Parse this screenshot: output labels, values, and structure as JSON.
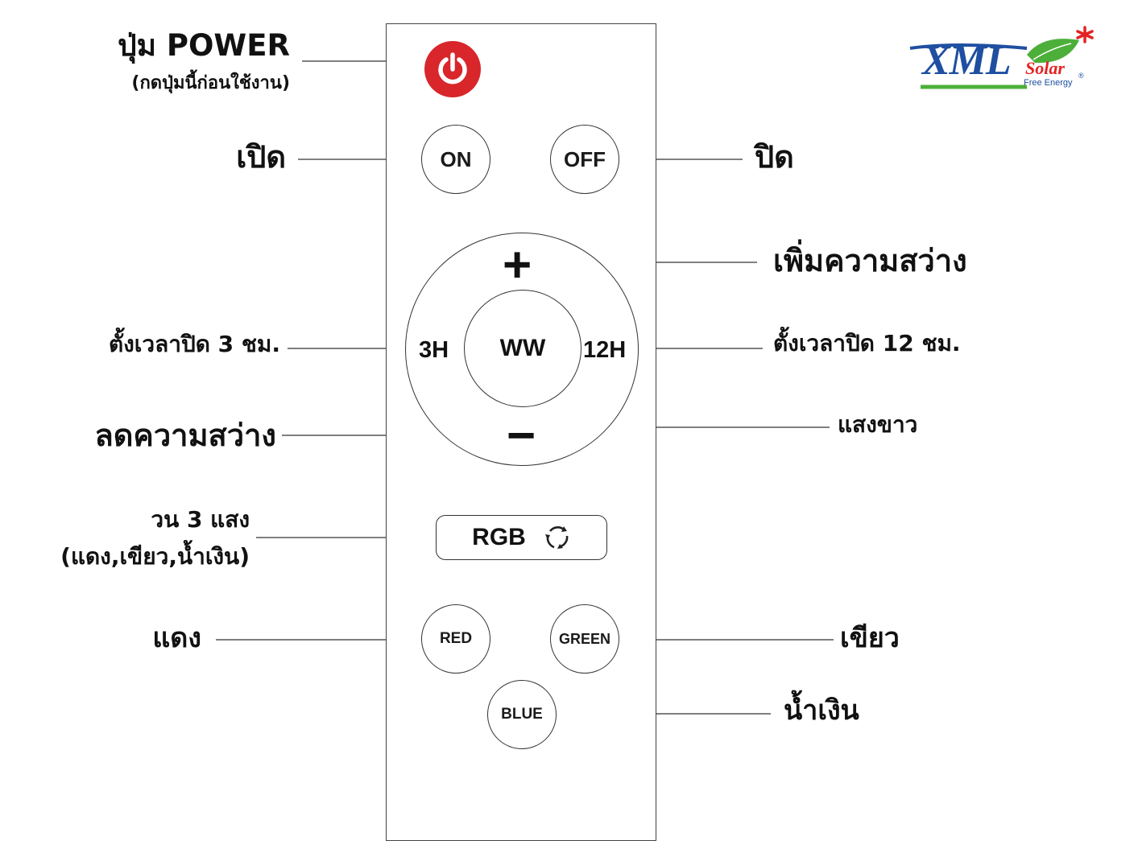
{
  "logo": {
    "brand": "XML",
    "sub": "Solar",
    "tagline": "Free Energy",
    "mark": "®",
    "color_main": "#1f4fa0",
    "color_accent": "#e32222",
    "color_leaf": "#4caf3a"
  },
  "buttons": {
    "on": "ON",
    "off": "OFF",
    "plus": "+",
    "minus": "−",
    "timer_3h": "3H",
    "timer_12h": "12H",
    "ww": "WW",
    "rgb": "RGB",
    "red": "RED",
    "green": "GREEN",
    "blue": "BLUE"
  },
  "labels": {
    "power_title": "ปุ่ม POWER",
    "power_note": "(กดปุ่มนี้ก่อนใช้งาน)",
    "on": "เปิด",
    "off": "ปิด",
    "brighter": "เพิ่มความสว่าง",
    "timer_3h": "ตั้งเวลาปิด 3 ชม.",
    "timer_12h": "ตั้งเวลาปิด 12 ชม.",
    "white_light": "แสงขาว",
    "dimmer": "ลดความสว่าง",
    "rgb_line1": "วน 3 แสง",
    "rgb_line2": "(แดง,เขียว,น้ำเงิน)",
    "red": "แดง",
    "green": "เขียว",
    "blue": "น้ำเงิน"
  },
  "colors": {
    "power": "#d8262b"
  }
}
